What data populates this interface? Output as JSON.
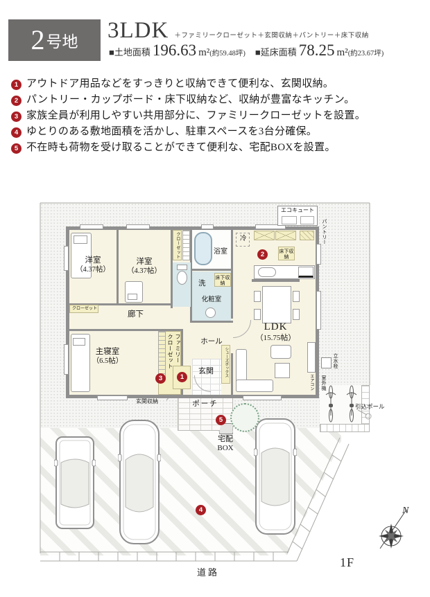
{
  "header": {
    "lot_number": "2",
    "lot_suffix": "号地",
    "plan_type": "3LDK",
    "plan_features": "＋ファミリークローゼット＋玄関収納＋パントリー＋床下収納",
    "land_area_label": "■土地面積",
    "land_area_value": "196.63",
    "land_area_unit": "m²",
    "land_area_tsubo": "(約59.48坪)",
    "floor_area_label": "■延床面積",
    "floor_area_value": "78.25",
    "floor_area_unit": "m²",
    "floor_area_tsubo": "(約23.67坪)"
  },
  "features": [
    {
      "num": "1",
      "text": "アウトドア用品などをすっきりと収納できて便利な、玄関収納。"
    },
    {
      "num": "2",
      "text": "パントリー・カップボード・床下収納など、収納が豊富なキッチン。"
    },
    {
      "num": "3",
      "text": "家族全員が利用しやすい共用部分に、ファミリークローゼットを設置。"
    },
    {
      "num": "4",
      "text": "ゆとりのある敷地面積を活かし、駐車スペースを3台分確保。"
    },
    {
      "num": "5",
      "text": "不在時も荷物を受け取ることができて便利な、宅配BOXを設置。"
    }
  ],
  "plan": {
    "rooms": {
      "bedroom1_name": "洋室",
      "bedroom1_size": "（4.37帖）",
      "bedroom2_name": "洋室",
      "bedroom2_size": "（4.37帖）",
      "master_name": "主寝室",
      "master_size": "（6.5帖）",
      "ldk_name": "LDK",
      "ldk_size": "（15.75帖）",
      "bath": "浴室",
      "wash": "洗",
      "powder": "化粧室",
      "corridor": "廊下",
      "hall": "ホール",
      "entrance": "玄関"
    },
    "storage": {
      "closet": "クローゼット",
      "family_closet_top": "ファミリー",
      "family_closet_bottom": "クローゼット",
      "shoes_box": "シューズボックス",
      "pantry": "パントリー",
      "underfloor": "床下収納",
      "entrance_storage": "玄関収納"
    },
    "equipment": {
      "ecocute": "エコキュート",
      "fridge": "冷",
      "aircon": "エアコン",
      "outdoor_unit": "室外機",
      "tap": "立水栓",
      "pole": "引込ポール",
      "delivery_box": "宅配BOX"
    },
    "outdoor": {
      "porch": "ポーチ",
      "road": "道路",
      "floor_label": "1F",
      "compass_n": "N"
    },
    "badges": [
      "1",
      "2",
      "3",
      "4",
      "5"
    ]
  }
}
